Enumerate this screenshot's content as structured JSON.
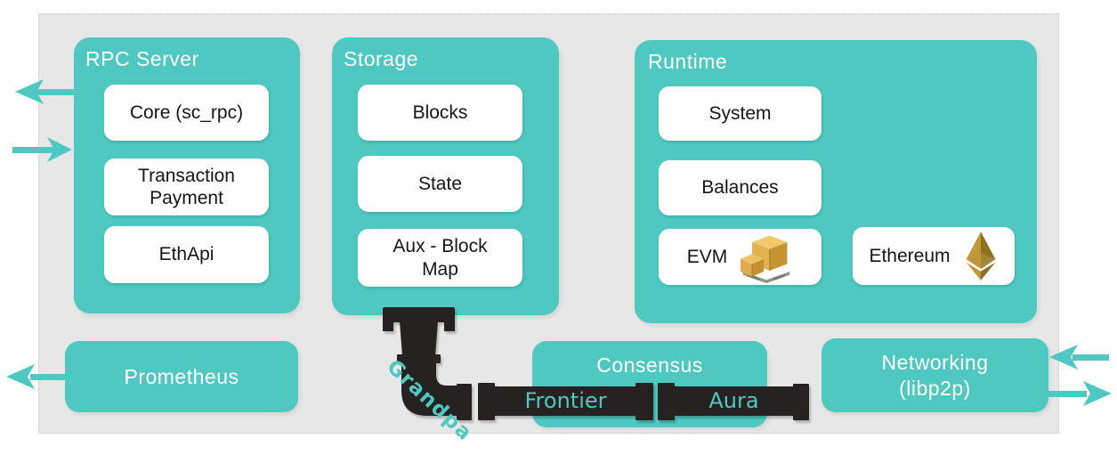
{
  "colors": {
    "teal": "#4fc8c2",
    "background_gray": "#e7e7e7",
    "pipe_black": "#262223",
    "box_white": "#ffffff",
    "text_dark": "#161616",
    "gold": "#d8a844"
  },
  "panels": [
    {
      "title": "RPC Server",
      "items": [
        "Core (sc_rpc)",
        "Transaction Payment",
        "EthApi"
      ]
    },
    {
      "title": "Storage",
      "items": [
        "Blocks",
        "State",
        "Aux - Block Map"
      ]
    },
    {
      "title": "Runtime",
      "items": [
        "System",
        "Balances",
        "EVM",
        "Ethereum"
      ]
    }
  ],
  "nodes": {
    "prometheus": {
      "label": "Prometheus"
    },
    "consensus": {
      "label": "Consensus"
    },
    "networking": {
      "label_line1": "Networking",
      "label_line2": "(libp2p)"
    }
  },
  "pipes": {
    "grandpa_label": "Grandpa",
    "frontier_label": "Frontier",
    "aura_label": "Aura"
  },
  "icons": {
    "evm_icon": "cargo-crates-icon",
    "ethereum_icon": "ethereum-diamond-icon"
  }
}
